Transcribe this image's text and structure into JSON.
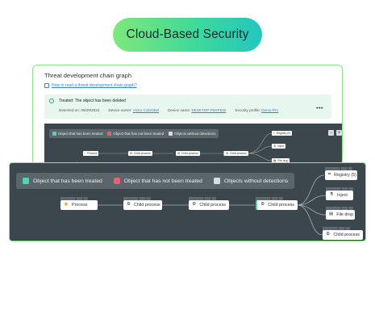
{
  "hero": {
    "title": "Cloud-Based Security"
  },
  "colors": {
    "treated": "#4fd6b0",
    "not_treated": "#e8606e",
    "no_detection": "#d9dde0",
    "accent": "#8fe08a"
  },
  "card": {
    "title": "Threat development chain graph",
    "link": "How to read a threat development chain graph?",
    "status": "Treated: The object has been deleted",
    "meta": {
      "detected_label": "Detected on: 09/29/2023",
      "owner_label": "Device owner:",
      "owner_value": "Victor Colombel",
      "device_label": "Device name:",
      "device_value": "DESKTOP-P6KP532",
      "profile_label": "Security profile:",
      "profile_value": "Demo-Pro"
    },
    "more": "•••"
  },
  "legend": {
    "treated": "Object that has been treated",
    "not_treated": "Object that has not been treated",
    "no_detection": "Objects without detections"
  },
  "zoom": {
    "minus": "−",
    "plus": "+"
  },
  "nodes": {
    "process": "Process",
    "child1": "Child process",
    "child2": "Child process",
    "child3": "Child process",
    "registry": "Registry (5)",
    "inject": "Inject",
    "file_drop": "File drop",
    "child4": "Child process"
  },
  "icons": {
    "process": "process-icon",
    "child": "gear-icon",
    "registry": "registry-icon",
    "inject": "inject-icon",
    "file_drop": "file-icon"
  }
}
